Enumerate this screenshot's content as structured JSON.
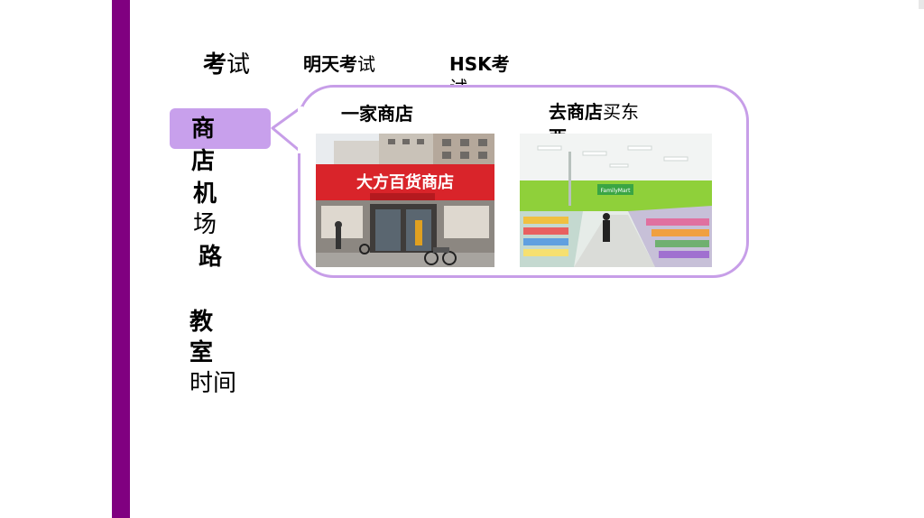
{
  "vocab_top": {
    "bold_part": "考",
    "normal_part": "试"
  },
  "phrases": {
    "phrase1_bold": "明天考",
    "phrase1_normal": "试",
    "phrase2_bold": "HSK考",
    "phrase2_normal": "试"
  },
  "word_list": {
    "shang": "商",
    "dian": "店",
    "ji": "机",
    "chang": "场",
    "lu": "路",
    "jiao": "教",
    "shi": "室",
    "shijian": "时间"
  },
  "bubble": {
    "label1": "一家商店",
    "label2_bold": "去商店",
    "label2_normal_1": "买东",
    "label2_normal_2": "西"
  },
  "photo1": {
    "sign_text": "大方百货商店"
  },
  "photo2": {
    "sign_text": "FamilyMart"
  },
  "colors": {
    "left_bar": "#800080",
    "highlight_tab": "#c8a0ec",
    "bubble_border": "#c79ee8",
    "store_sign": "#d9242a",
    "shop_green": "#8fd03a"
  }
}
